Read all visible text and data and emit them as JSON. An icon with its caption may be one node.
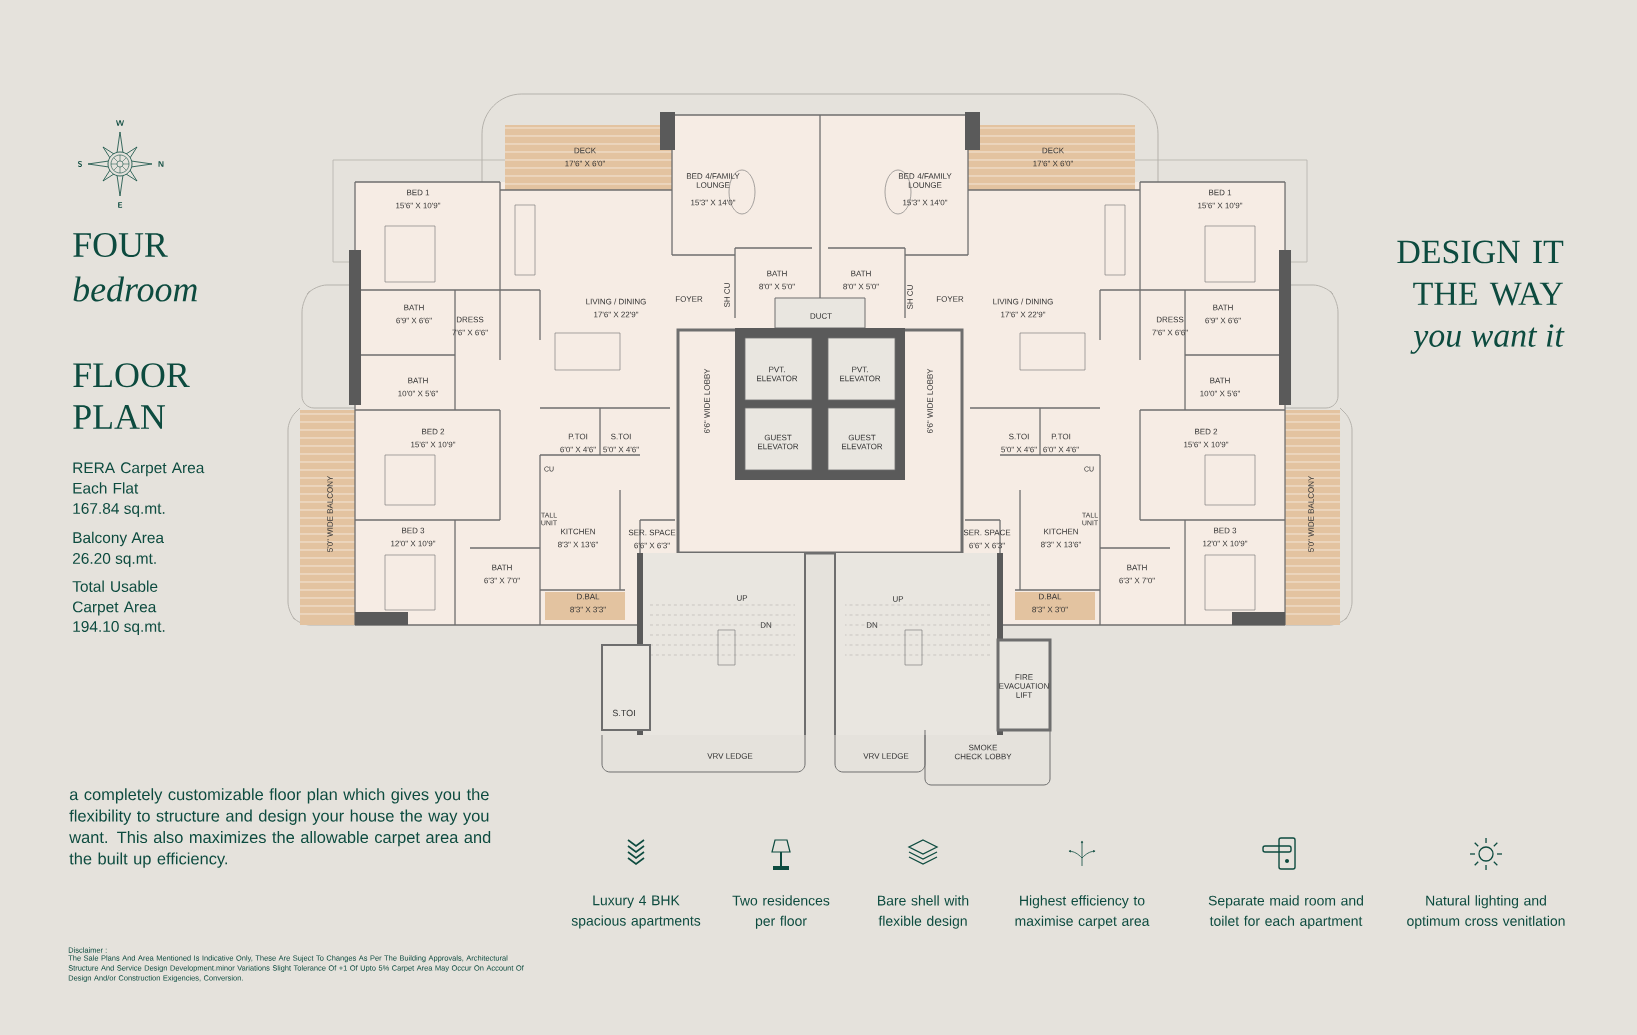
{
  "diagram": {
    "labels": [
      "W",
      "S",
      "N",
      "E",
      "FOUR",
      "bedroom",
      "FLOOR PLAN",
      "RERA Carpet Area Each Flat",
      "167.84 sq.mt.",
      "Balcony Area",
      "26.20 sq.mt.",
      "Total Usable Carpet Area",
      "194.10 sq.mt.",
      "DESIGN IT THE WAY",
      "you want it",
      "DECK",
      "17'6\" X 6'0\"",
      "BED 4/FAMILY LOUNGE",
      "15'3\" X 14'0\"",
      "BED 4/FAMILY LOUNGE",
      "15'3\" X 14'0\"",
      "DECK",
      "17'6\" X 6'0\"",
      "BED 1",
      "15'6\" X 10'9\"",
      "BED 1",
      "15'6\" X 10'9\"",
      "BATH",
      "8'0\" X 5'0\"",
      "BATH",
      "8'0\" X 5'0\"",
      "LIVING / DINING",
      "17'6\" X 22'9\"",
      "FOYER",
      "SH CU",
      "SH CU",
      "FOYER",
      "LIVING / DINING",
      "17'6\" X 22'9\"",
      "BATH",
      "6'9\" X 6'6\"",
      "DRESS",
      "7'6\" X 6'6\"",
      "DUCT",
      "DRESS",
      "7'6\" X 6'6\"",
      "BATH",
      "6'9\" X 6'6\"",
      "PVT. ELEVATOR",
      "PVT. ELEVATOR",
      "BATH",
      "10'0\" X 5'6\"",
      "BATH",
      "10'0\" X 5'6\"",
      "6'6\" WIDE LOBBY",
      "6'6\" WIDE LOBBY",
      "BED 2",
      "15'6\" X 10'9\"",
      "P.TOI",
      "6'0\" X 4'6\"",
      "S.TOI",
      "5'0\" X 4'6\"",
      "GUEST ELEVATOR",
      "GUEST ELEVATOR",
      "S.TOI",
      "5'0\" X 4'6\"",
      "P.TOI",
      "6'0\" X 4'6\"",
      "BED 2",
      "15'6\" X 10'9\"",
      "CU",
      "CU",
      "5'0\" WIDE BALCONY",
      "5'0\" WIDE BALCONY",
      "TALL UNIT",
      "TALL UNIT",
      "BED 3",
      "12'0\" X 10'9\"",
      "KITCHEN",
      "8'3\" X 13'6\"",
      "SER. SPACE",
      "6'6\" X 6'3\"",
      "SER. SPACE",
      "6'6\" X 6'3\"",
      "KITCHEN",
      "8'3\" X 13'6\"",
      "BED 3",
      "12'0\" X 10'9\"",
      "BATH",
      "6'3\" X 7'0\"",
      "BATH",
      "6'3\" X 7'0\"",
      "D.BAL",
      "8'3\" X 3'3\"",
      "UP",
      "UP",
      "D.BAL",
      "8'3\" X 3'0\"",
      "DN",
      "DN",
      "FIRE EVACUATION LIFT",
      "S.TOI",
      "VRV LEDGE",
      "VRV LEDGE",
      "SMOKE CHECK LOBBY",
      "a completely customizable floor plan which gives you the flexibility to structure and design your house the way you want. This also maximizes the allowable carpet area and the built up efficiency.",
      "Luxury 4 BHK spacious apartments",
      "Two residences per floor",
      "Bare shell with flexible design",
      "Highest efficiency to maximise carpet area",
      "Separate maid room and toilet for each apartment",
      "Natural lighting and optimum cross venitlation",
      "Disclaimer :",
      "The Sale Plans And Area Mentioned Is Indicative Only, These Are Suject To Changes As Per The Building Approvals, Architectural Structure And Service Design Development.minor Variations Slight Tolerance Of +1 Of Upto 5% Carpet Area May Occur On Account Of Design And/or Construction Exigencies, Conversion."
    ]
  }
}
